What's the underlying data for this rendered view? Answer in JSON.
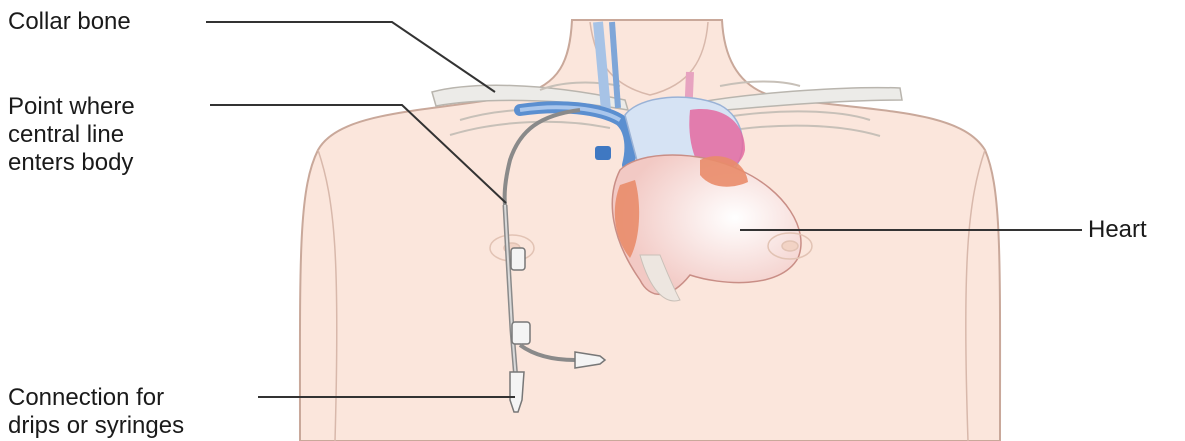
{
  "labels": {
    "collar_bone": "Collar bone",
    "point_entry": [
      "Point where",
      "central line",
      "enters body"
    ],
    "heart": "Heart",
    "connection": [
      "Connection for",
      "drips or syringes"
    ]
  },
  "colors": {
    "skin": "#fbe6dc",
    "skin_outline": "#c9a89a",
    "bone": "#ecebe8",
    "vein_blue": "#5b8fd0",
    "heart_pink": "#f2c9c4",
    "heart_magenta": "#e46aa0",
    "heart_orange": "#e98c6a",
    "line_gray": "#8a8a8a",
    "leader": "#333333"
  }
}
